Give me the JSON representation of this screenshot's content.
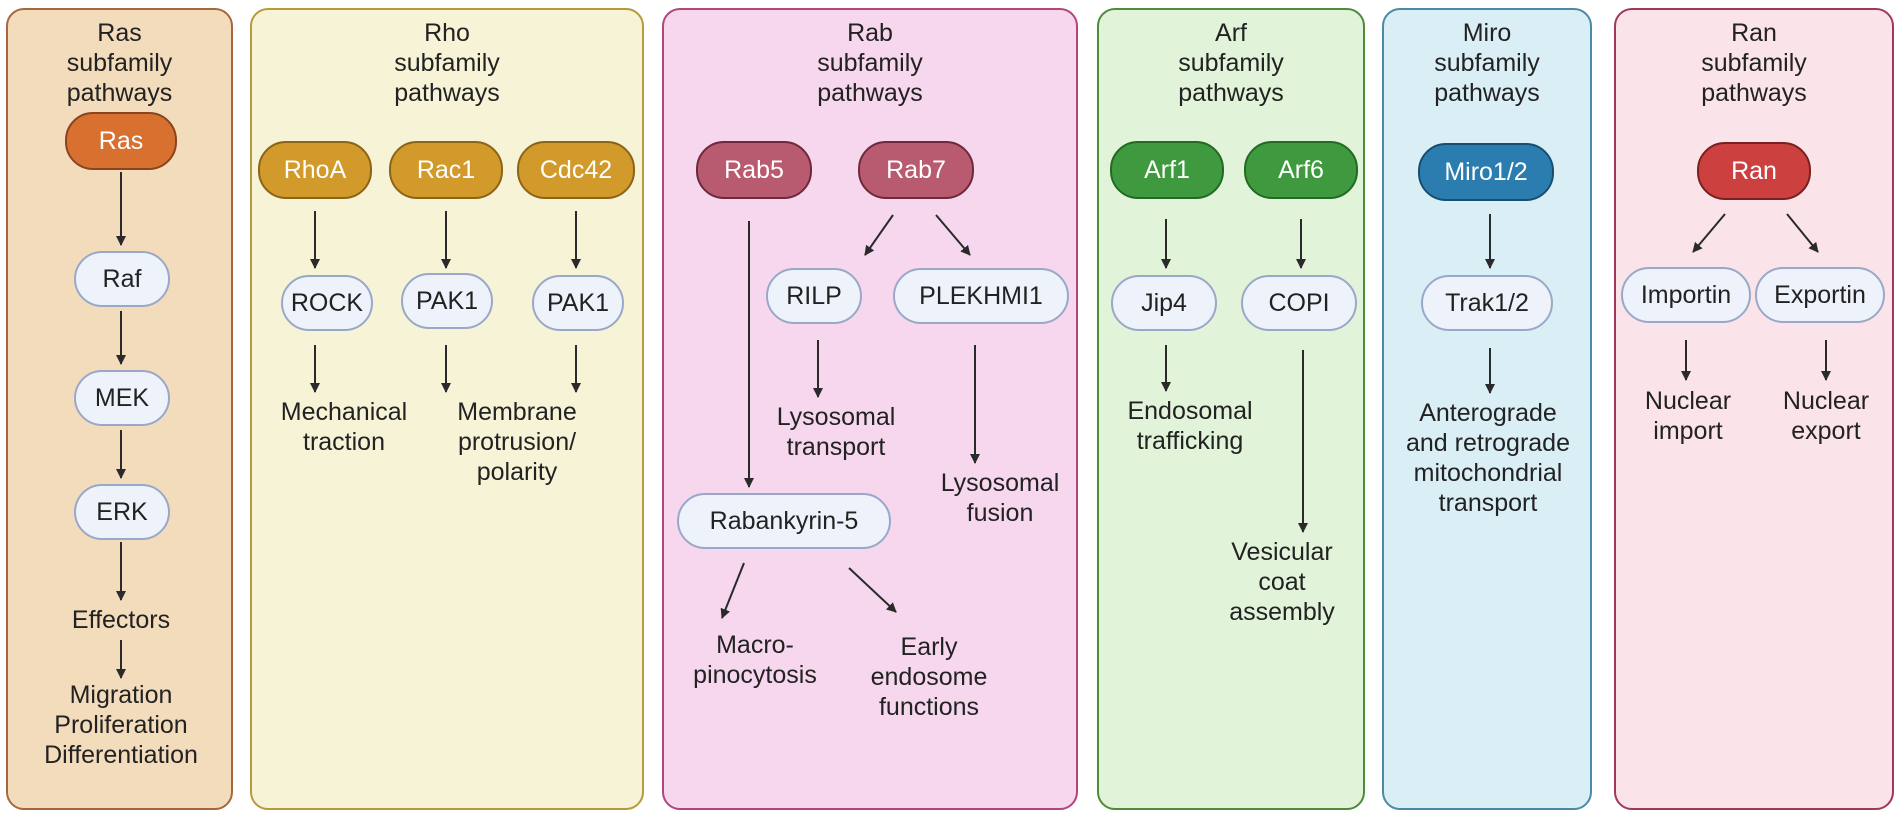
{
  "colors": {
    "ras_panel_bg": "#f3dcbc",
    "ras_panel_border": "#a8673a",
    "ras_node": "#d8712f",
    "rho_panel_bg": "#f6f3d6",
    "rho_panel_border": "#b79a3c",
    "rho_node": "#d19a2a",
    "rab_panel_bg": "#f6d7ee",
    "rab_panel_border": "#b0467a",
    "rab_node": "#b85a70",
    "arf_panel_bg": "#e1f3d9",
    "arf_panel_border": "#4f8a3d",
    "arf_node": "#3f9a3f",
    "miro_panel_bg": "#daeef6",
    "miro_panel_border": "#4a8aa6",
    "miro_node": "#2b7db0",
    "ran_panel_bg": "#fbe3ea",
    "ran_panel_border": "#9e3a57",
    "ran_node": "#cc4040",
    "effector_bg": "#eef3fb",
    "effector_border": "#9aa8c8"
  },
  "panels": {
    "ras": {
      "title": [
        "Ras",
        "subfamily",
        "pathways"
      ],
      "gtpase": "Ras",
      "effectors": [
        "Raf",
        "MEK",
        "ERK"
      ],
      "outcomes": [
        "Effectors",
        "Migration",
        "Proliferation",
        "Differentiation"
      ]
    },
    "rho": {
      "title": [
        "Rho",
        "subfamily",
        "pathways"
      ],
      "gtpases": [
        "RhoA",
        "Rac1",
        "Cdc42"
      ],
      "effectors": [
        "ROCK",
        "PAK1",
        "PAK1"
      ],
      "outcomes": {
        "mechanical": [
          "Mechanical",
          "traction"
        ],
        "membrane": [
          "Membrane",
          "protrusion/",
          "polarity"
        ]
      }
    },
    "rab": {
      "title": [
        "Rab",
        "subfamily",
        "pathways"
      ],
      "gtpases": [
        "Rab5",
        "Rab7"
      ],
      "effectors": [
        "RILP",
        "PLEKHMI1",
        "Rabankyrin-5"
      ],
      "outcomes": {
        "lysosomal_transport": [
          "Lysosomal",
          "transport"
        ],
        "lysosomal_fusion": [
          "Lysosomal",
          "fusion"
        ],
        "macropinocytosis": [
          "Macro-",
          "pinocytosis"
        ],
        "early_endosome": [
          "Early",
          "endosome",
          "functions"
        ]
      }
    },
    "arf": {
      "title": [
        "Arf",
        "subfamily",
        "pathways"
      ],
      "gtpases": [
        "Arf1",
        "Arf6"
      ],
      "effectors": [
        "Jip4",
        "COPI"
      ],
      "outcomes": {
        "endosomal": [
          "Endosomal",
          "trafficking"
        ],
        "vesicular": [
          "Vesicular",
          "coat",
          "assembly"
        ]
      }
    },
    "miro": {
      "title": [
        "Miro",
        "subfamily",
        "pathways"
      ],
      "gtpase": "Miro1/2",
      "effectors": [
        "Trak1/2"
      ],
      "outcomes": [
        "Anterograde",
        "and retrograde",
        "mitochondrial",
        "transport"
      ]
    },
    "ran": {
      "title": [
        "Ran",
        "subfamily",
        "pathways"
      ],
      "gtpase": "Ran",
      "effectors": [
        "Importin",
        "Exportin"
      ],
      "outcomes": {
        "import": [
          "Nuclear",
          "import"
        ],
        "export": [
          "Nuclear",
          "export"
        ]
      }
    }
  }
}
